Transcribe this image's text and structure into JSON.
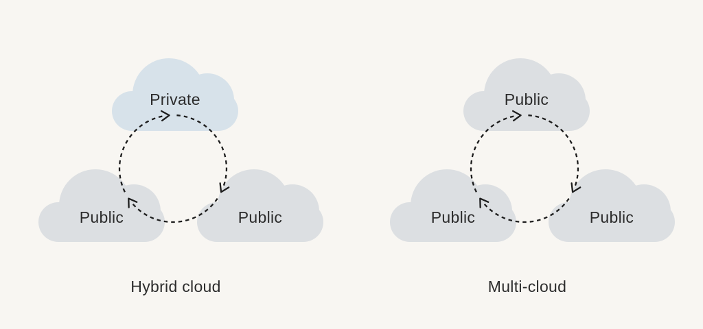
{
  "background": "#f8f6f2",
  "colors": {
    "private_cloud": "#d7e2ea",
    "public_cloud": "#dcdfe2",
    "arrow_stroke": "#1d1d1d",
    "text": "#2c2c2c"
  },
  "diagrams": [
    {
      "caption": "Hybrid cloud",
      "cycle": "clockwise-dashed-arrows",
      "clouds": [
        {
          "label": "Private",
          "type": "private",
          "position": "top"
        },
        {
          "label": "Public",
          "type": "public",
          "position": "bottom-left"
        },
        {
          "label": "Public",
          "type": "public",
          "position": "bottom-right"
        }
      ]
    },
    {
      "caption": "Multi-cloud",
      "cycle": "clockwise-dashed-arrows",
      "clouds": [
        {
          "label": "Public",
          "type": "public",
          "position": "top"
        },
        {
          "label": "Public",
          "type": "public",
          "position": "bottom-left"
        },
        {
          "label": "Public",
          "type": "public",
          "position": "bottom-right"
        }
      ]
    }
  ]
}
